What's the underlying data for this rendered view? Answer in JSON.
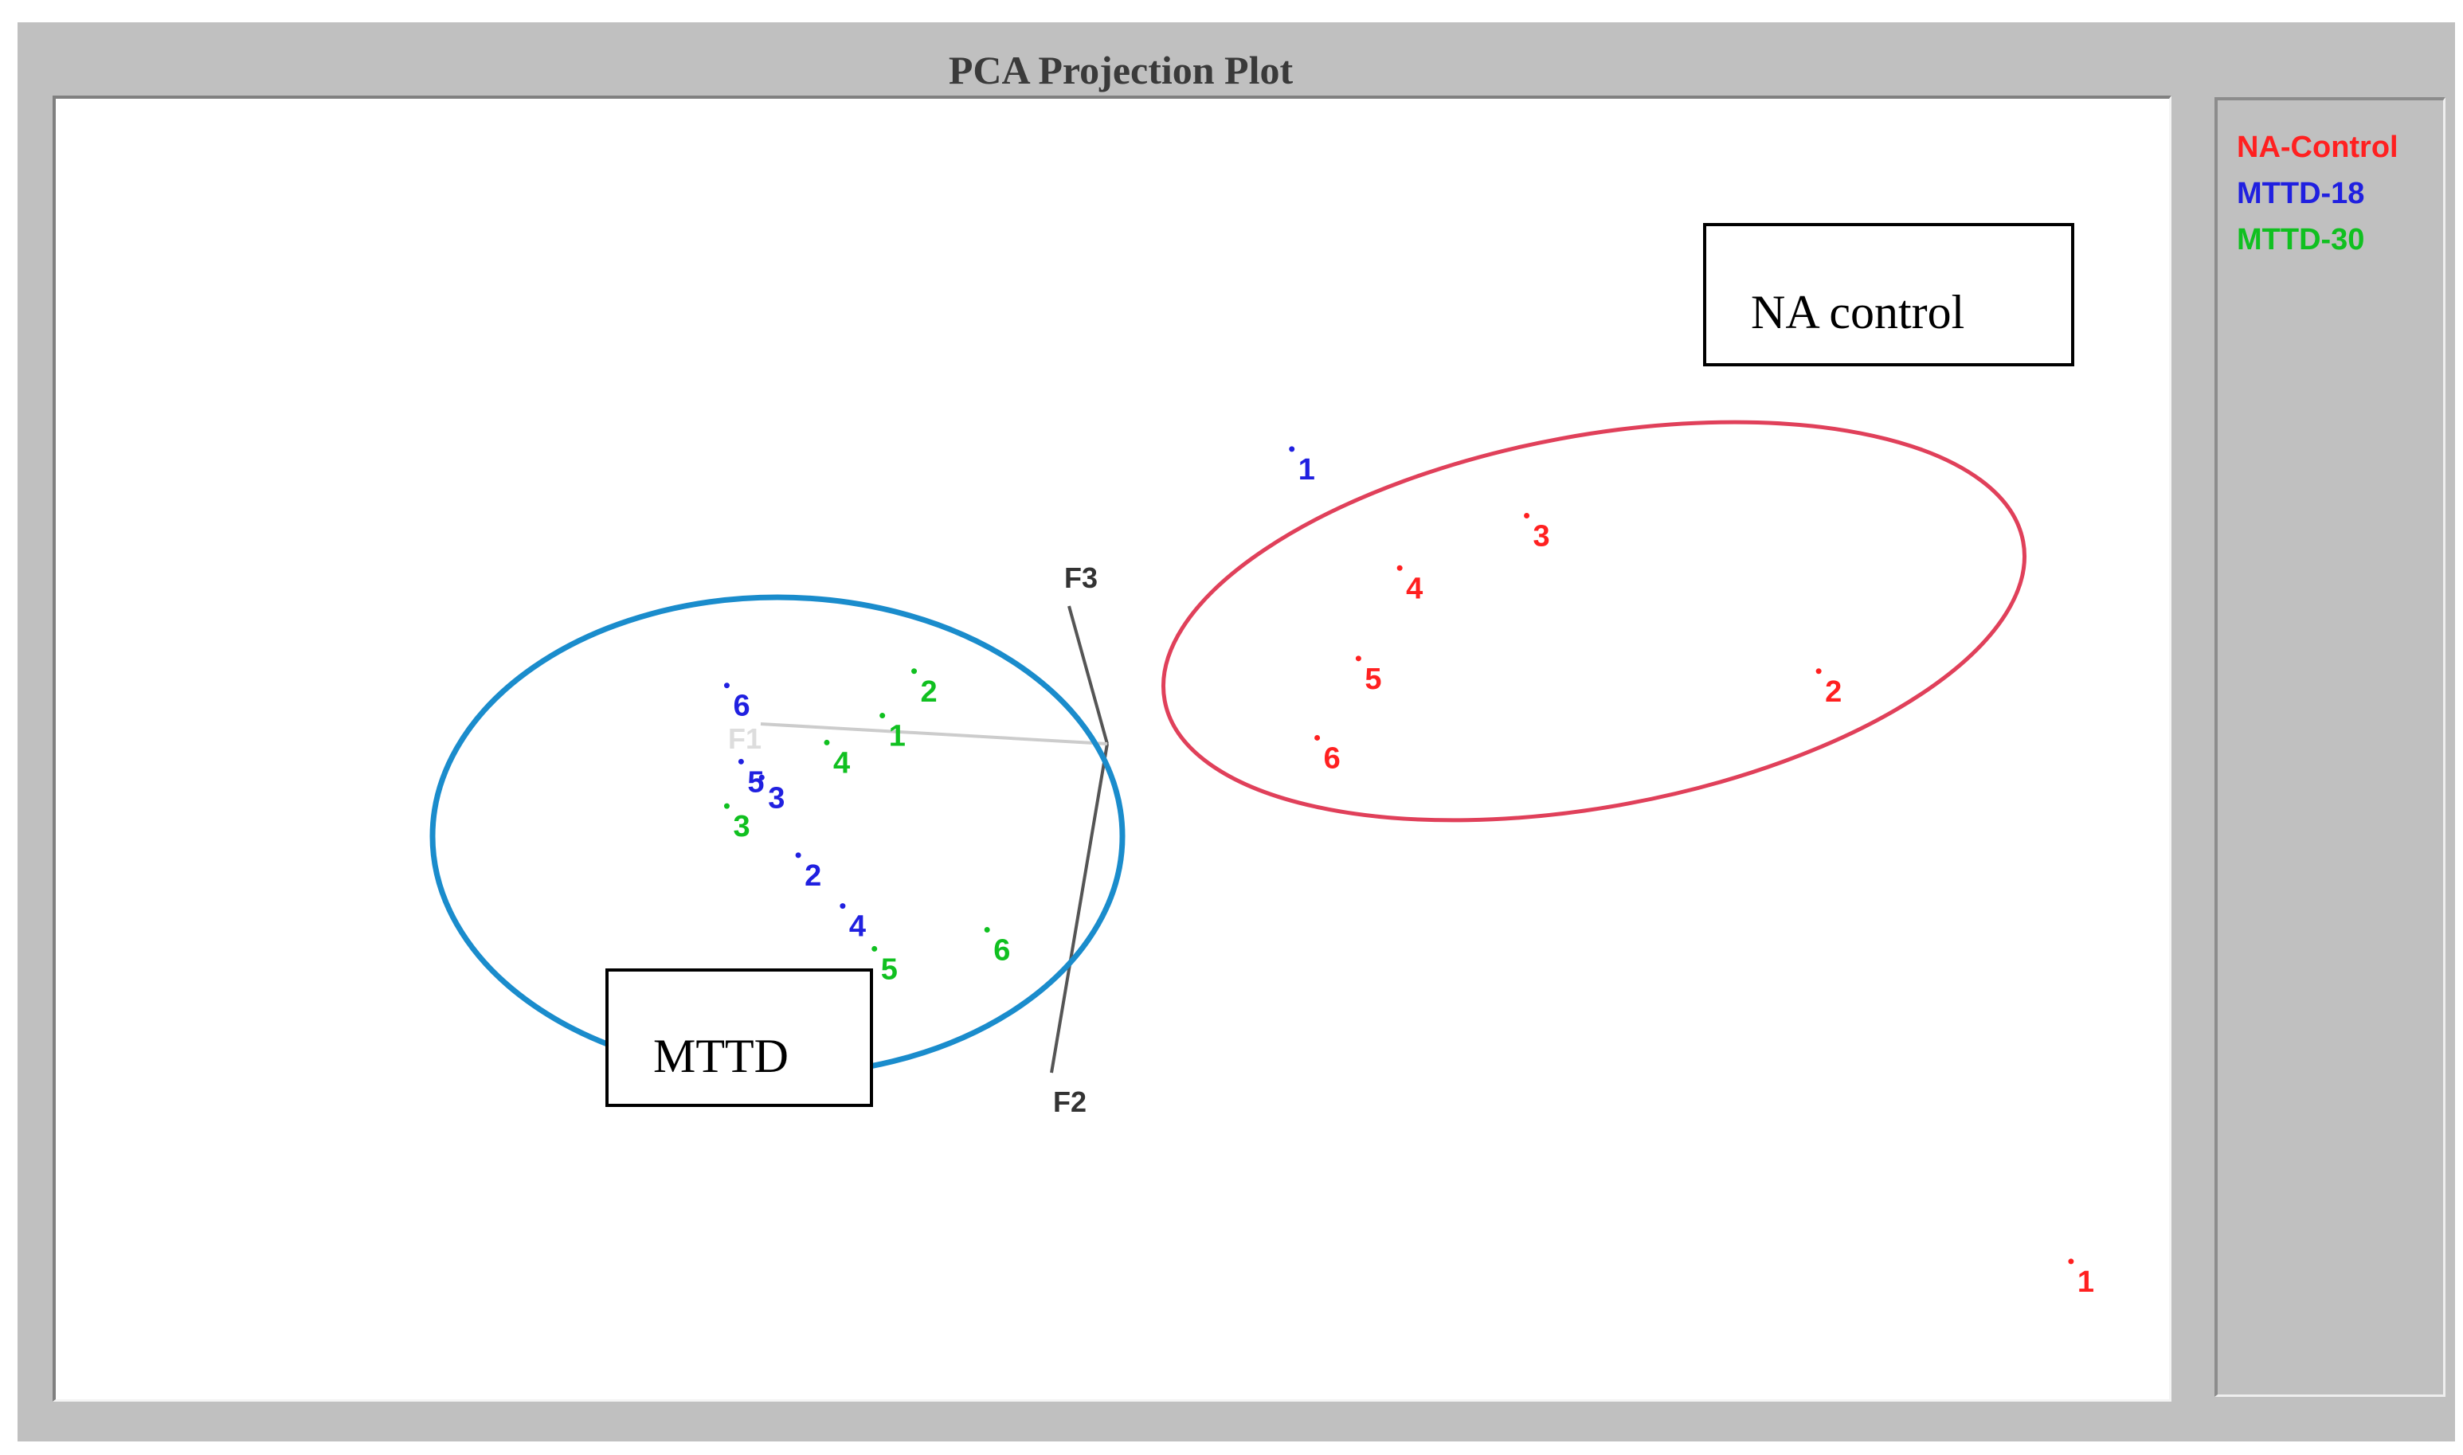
{
  "title": "PCA Projection Plot",
  "colors": {
    "na_control": "#ff2020",
    "mttd18": "#2020e0",
    "mttd30": "#10c020",
    "ellipse_mttd": "#1a8ccc",
    "ellipse_na": "#e0405a"
  },
  "legend": [
    {
      "label": "NA-Control",
      "color": "#ff2020"
    },
    {
      "label": "MTTD-18",
      "color": "#2020e0"
    },
    {
      "label": "MTTD-30",
      "color": "#10c020"
    }
  ],
  "annotations": {
    "na_label": "NA control",
    "mttd_label": "MTTD"
  },
  "chart_data": {
    "type": "scatter",
    "title": "PCA Projection Plot",
    "axes": [
      "F1",
      "F2",
      "F3"
    ],
    "grid": false,
    "legend_position": "right",
    "series": [
      {
        "name": "NA-Control",
        "color": "#ff2020",
        "points": [
          {
            "label": "1",
            "x": 1305,
            "y": 795
          },
          {
            "label": "2",
            "x": 1146,
            "y": 423
          },
          {
            "label": "3",
            "x": 962,
            "y": 325
          },
          {
            "label": "4",
            "x": 882,
            "y": 358
          },
          {
            "label": "5",
            "x": 856,
            "y": 415
          },
          {
            "label": "6",
            "x": 830,
            "y": 465
          }
        ]
      },
      {
        "name": "MTTD-18",
        "color": "#2020e0",
        "points": [
          {
            "label": "1",
            "x": 814,
            "y": 283
          },
          {
            "label": "2",
            "x": 503,
            "y": 539
          },
          {
            "label": "3",
            "x": 480,
            "y": 490
          },
          {
            "label": "4",
            "x": 531,
            "y": 571
          },
          {
            "label": "5",
            "x": 467,
            "y": 480
          },
          {
            "label": "6",
            "x": 458,
            "y": 432
          }
        ]
      },
      {
        "name": "MTTD-30",
        "color": "#10c020",
        "points": [
          {
            "label": "1",
            "x": 556,
            "y": 451
          },
          {
            "label": "2",
            "x": 576,
            "y": 423
          },
          {
            "label": "3",
            "x": 458,
            "y": 508
          },
          {
            "label": "4",
            "x": 521,
            "y": 468
          },
          {
            "label": "5",
            "x": 551,
            "y": 598
          },
          {
            "label": "6",
            "x": 622,
            "y": 586
          }
        ]
      }
    ]
  }
}
